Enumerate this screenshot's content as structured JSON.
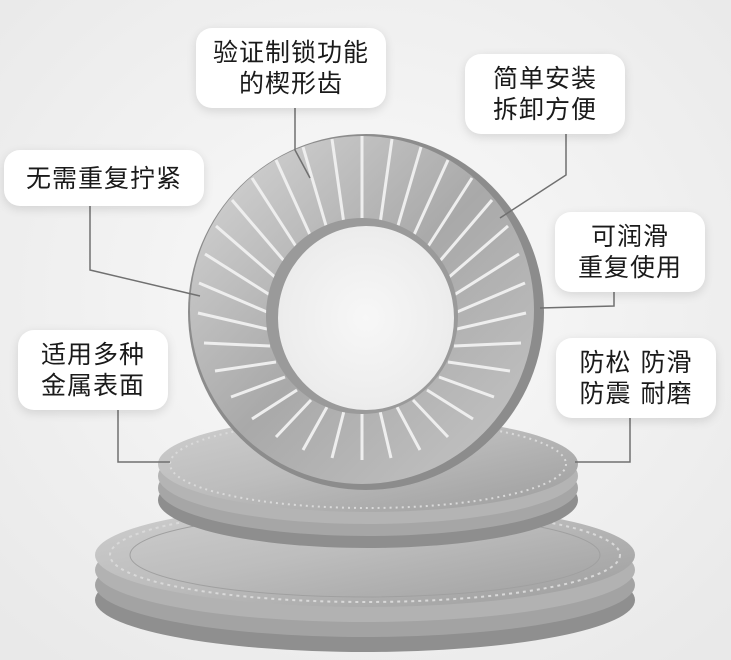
{
  "callouts": {
    "teeth": {
      "line1": "验证制锁功能",
      "line2": "的楔形齿"
    },
    "install": {
      "line1": "简单安装",
      "line2": "拆卸方便"
    },
    "no_retorque": {
      "line1": "无需重复拧紧"
    },
    "reuse": {
      "line1": "可润滑",
      "line2": "重复使用"
    },
    "surfaces": {
      "line1": "适用多种",
      "line2": "金属表面"
    },
    "properties": {
      "line1": "防松 防滑",
      "line2": "防震 耐磨"
    }
  },
  "colors": {
    "background": "#f4f4f4",
    "metal_light": "#e6e6e6",
    "metal_dark": "#8a8a8a",
    "leader_line": "#707070"
  }
}
